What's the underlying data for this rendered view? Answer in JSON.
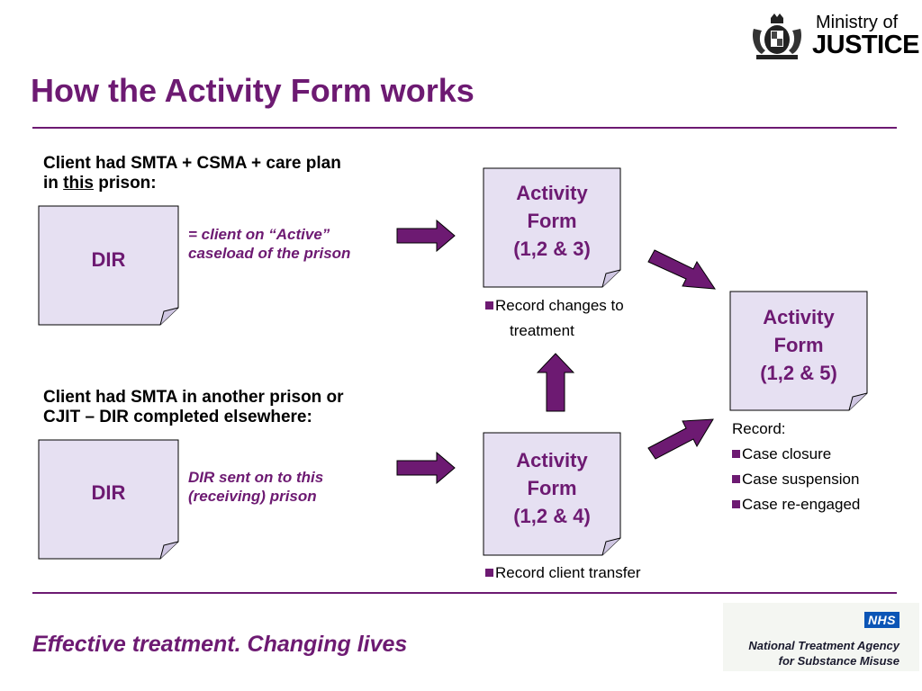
{
  "title": "How the Activity Form works",
  "logo": {
    "line1": "Ministry of",
    "line2": "JUSTICE"
  },
  "section1": {
    "heading_line1": "Client had SMTA + CSMA + care plan",
    "heading_pre": "in ",
    "heading_underlined": "this",
    "heading_post": " prison:",
    "box_label": "DIR",
    "note_line1": "= client on “Active”",
    "note_line2": "caseload of the prison"
  },
  "section2": {
    "heading_line1": "Client had SMTA in another prison or",
    "heading_line2": "CJIT – DIR completed elsewhere:",
    "box_label": "DIR",
    "note_line1": "DIR sent on to this",
    "note_line2": "(receiving) prison"
  },
  "form123": {
    "line1": "Activity",
    "line2": "Form",
    "line3": "(1,2 & 3)",
    "bullet_line1": "Record changes to",
    "bullet_line2": "treatment"
  },
  "form124": {
    "line1": "Activity",
    "line2": "Form",
    "line3": "(1,2 & 4)",
    "bullet": "Record client transfer"
  },
  "form125": {
    "line1": "Activity",
    "line2": "Form",
    "line3": "(1,2 & 5)",
    "record_label": "Record:",
    "bullets": [
      "Case closure",
      "Case suspension",
      "Case re-engaged"
    ]
  },
  "footer": {
    "tagline": "Effective treatment. Changing lives",
    "nhs": "NHS",
    "agency_line1": "National Treatment Agency",
    "agency_line2": "for Substance Misuse"
  },
  "colors": {
    "accent": "#6d1a72",
    "box_fill": "#e6e0f2",
    "nhs_blue": "#0b55b6"
  },
  "icons": [
    "royal-crest-icon",
    "arrow-right-icon",
    "arrow-up-icon",
    "arrow-diagonal-icon",
    "bullet-square-icon"
  ]
}
